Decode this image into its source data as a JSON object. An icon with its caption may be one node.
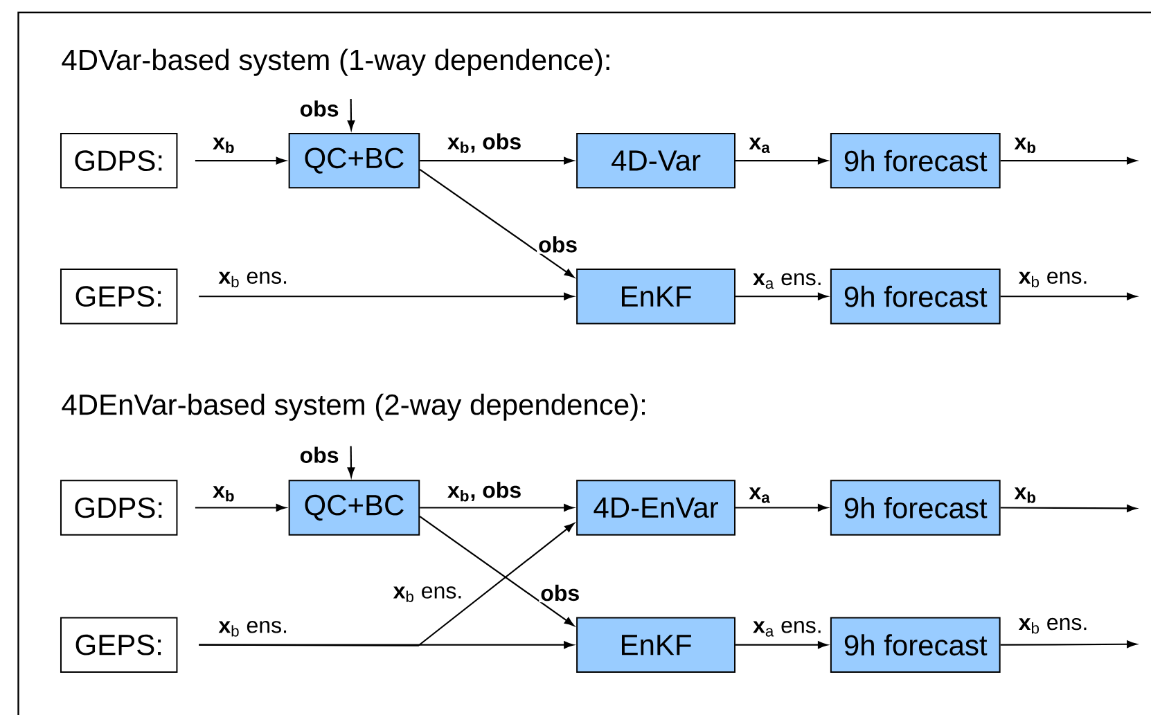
{
  "diagram": {
    "nodes": [
      {
        "text": [
          "GDPS:"
        ]
      },
      {
        "text": [
          "QC+BC"
        ]
      },
      {
        "text": [
          "4D-Var"
        ]
      },
      {
        "text": [
          "9h forecast"
        ]
      },
      {
        "text": [
          "GEPS:"
        ]
      },
      {
        "text": [
          "EnKF"
        ]
      },
      {
        "text": [
          "9h forecast"
        ]
      },
      {
        "text": [
          "GDPS:"
        ]
      },
      {
        "text": [
          "QC+BC"
        ]
      },
      {
        "text": [
          "4D-EnVar"
        ]
      },
      {
        "text": [
          "9h forecast"
        ]
      },
      {
        "text": [
          "GEPS:"
        ]
      },
      {
        "text": [
          "EnKF"
        ]
      },
      {
        "text": [
          "9h forecast"
        ]
      }
    ],
    "edges": [
      {
        "from": 0,
        "to": 1,
        "arrow": "to",
        "label": "x$_{b}$"
      },
      {
        "from": null,
        "to": 1,
        "arrow": "to",
        "label": "obs"
      },
      {
        "from": 1,
        "to": 2,
        "arrow": "to",
        "label": "x$_{b}$, obs"
      },
      {
        "from": 2,
        "to": 3,
        "arrow": "to",
        "label": "x$_{a}$"
      },
      {
        "from": 3,
        "to": null,
        "arrow": "to",
        "label": "x$_{b}$"
      },
      {
        "from": 1,
        "to": 5,
        "arrow": "to",
        "label": "obs"
      },
      {
        "from": 4,
        "to": 5,
        "arrow": "to",
        "label": "**x**$_{b}$ ens."
      },
      {
        "from": 5,
        "to": 6,
        "arrow": "to",
        "label": "**x**$_{a}$ ens."
      },
      {
        "from": 6,
        "to": null,
        "arrow": "to",
        "label": "**x**$_{b}$ ens."
      },
      {
        "from": 7,
        "to": 8,
        "arrow": "to",
        "label": "x$_{b}$"
      },
      {
        "from": null,
        "to": 8,
        "arrow": "to",
        "label": "obs"
      },
      {
        "from": 8,
        "to": 9,
        "arrow": "to",
        "label": "x$_{b}$, obs"
      },
      {
        "from": 9,
        "to": 10,
        "arrow": "to",
        "label": "x$_{a}$"
      },
      {
        "from": 10,
        "to": null,
        "arrow": "to",
        "label": "x$_{b}$"
      },
      {
        "from": 8,
        "to": 12,
        "arrow": "to",
        "label": "obs"
      },
      {
        "from": 11,
        "to": 12,
        "arrow": "to",
        "label": "**x**$_{b}$ ens."
      },
      {
        "from": 11,
        "to": 9,
        "arrow": "to",
        "label": "**x**$_{b}$ ens."
      },
      {
        "from": 12,
        "to": 13,
        "arrow": "to",
        "label": "**x**$_{a}$ ens."
      },
      {
        "from": 13,
        "to": null,
        "arrow": "to",
        "label": "**x**$_{b}$ ens."
      }
    ],
    "labels": [
      "4DVar-based system (1-way dependence):",
      "4DEnVar-based system (2-way dependence):"
    ]
  }
}
